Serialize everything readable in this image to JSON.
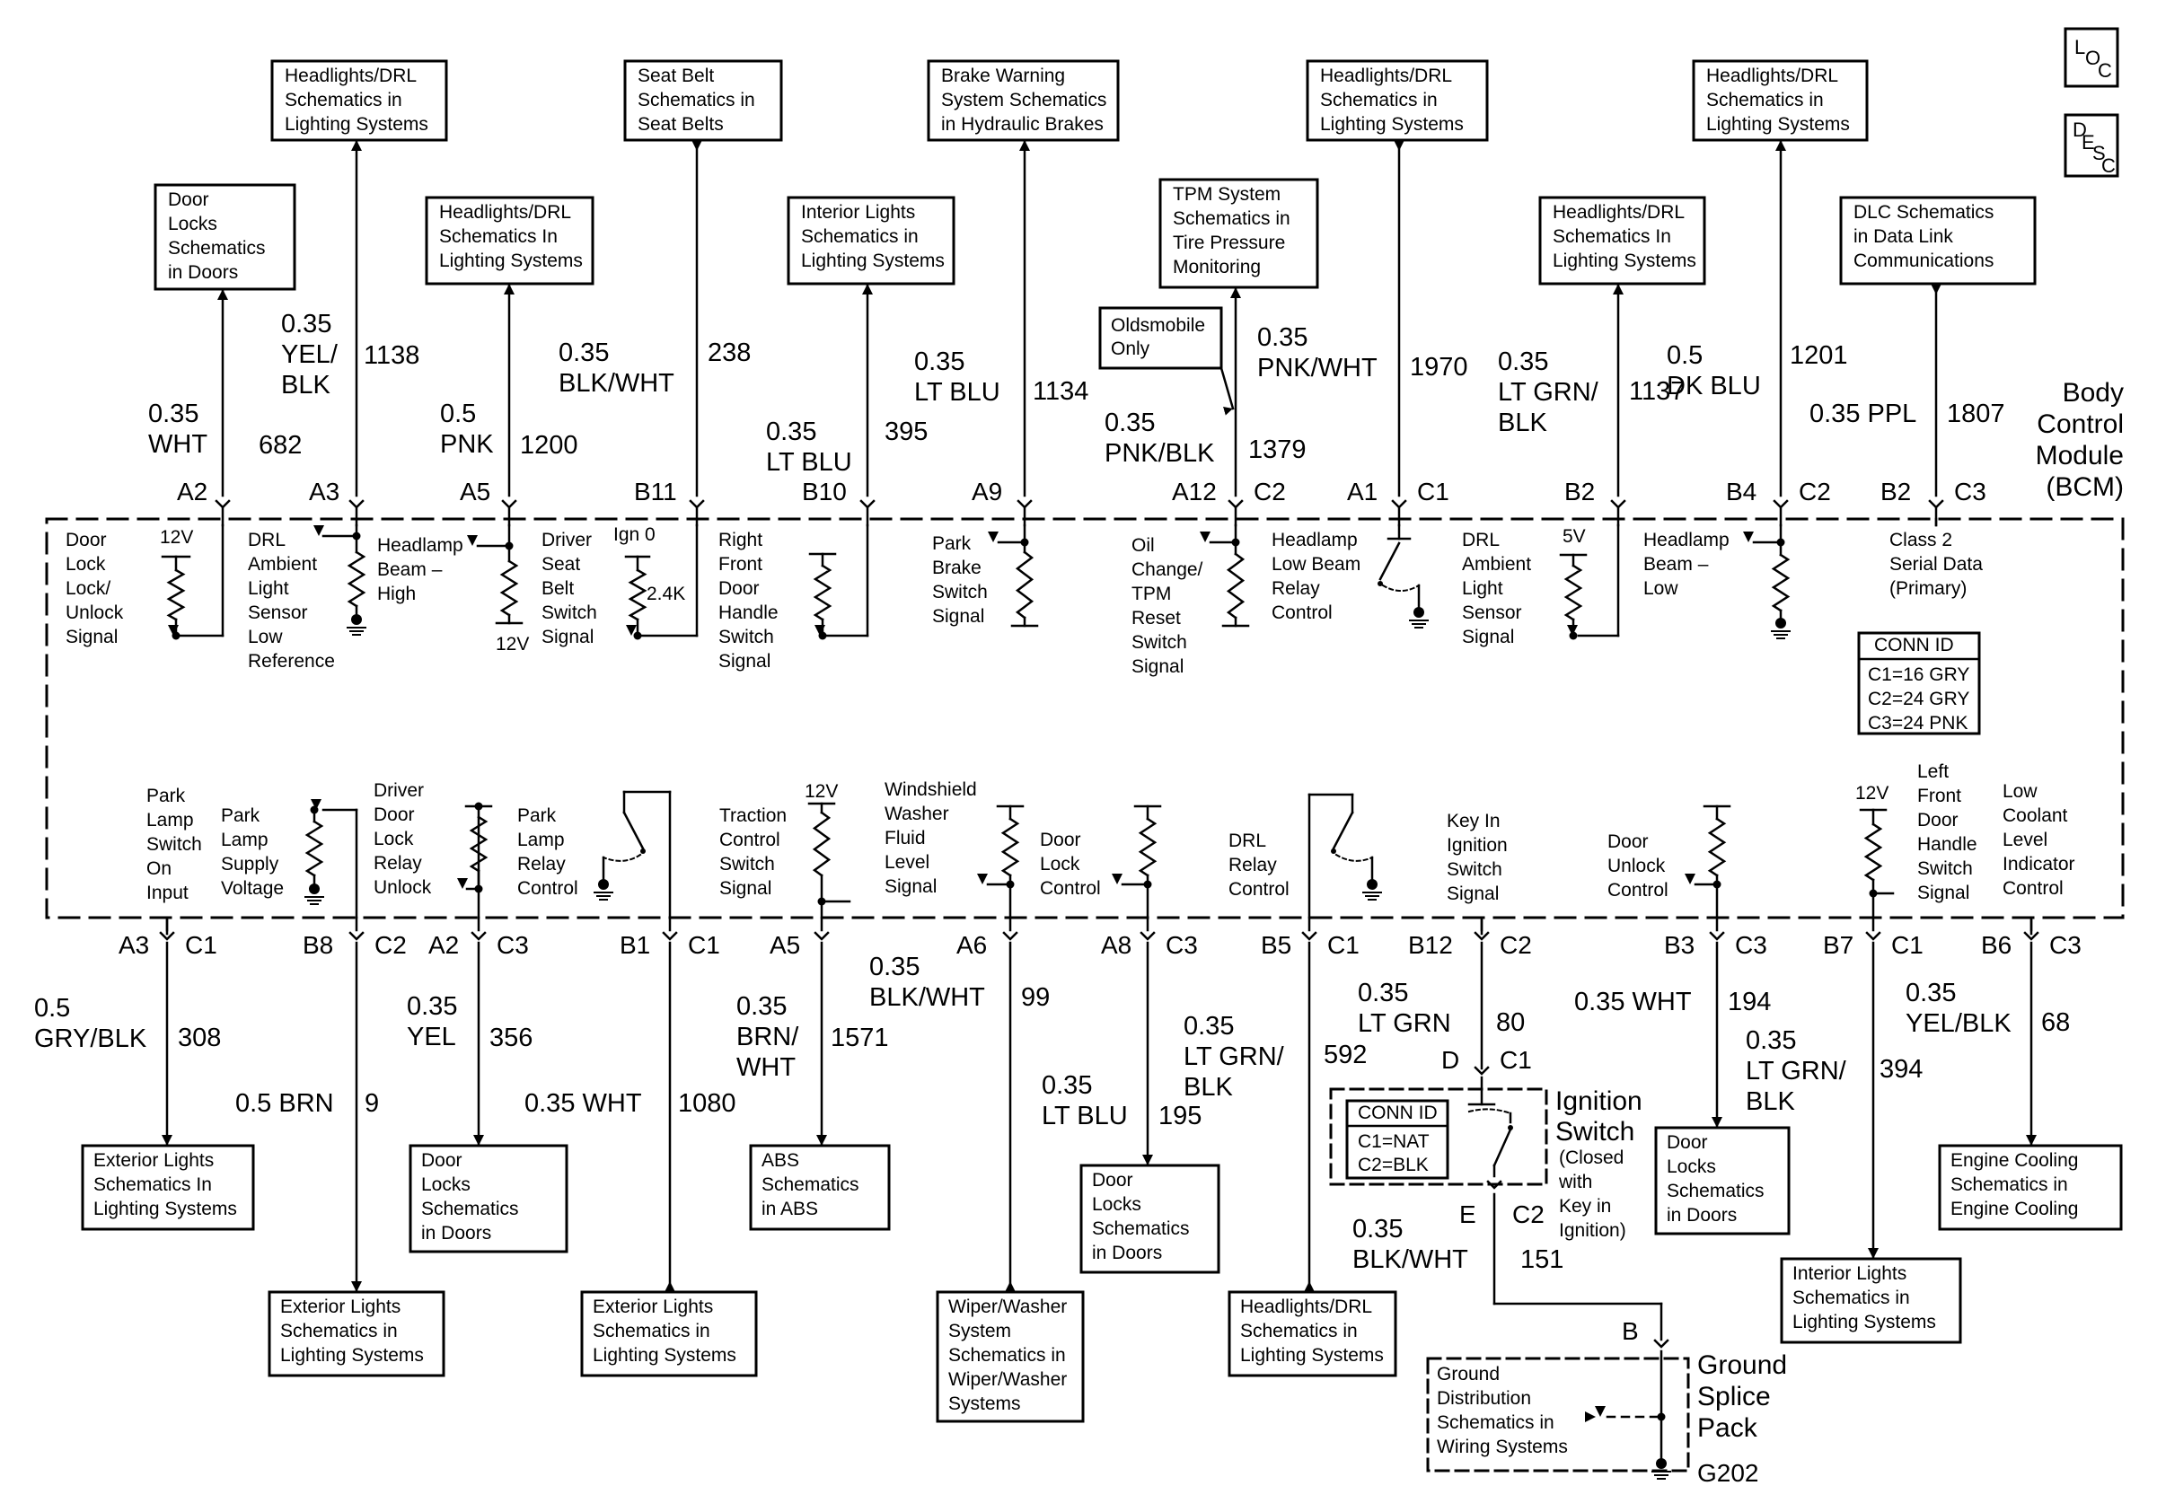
{
  "corner_boxes": [
    "LOC",
    "DESC"
  ],
  "module": {
    "lines": [
      "Body",
      "Control",
      "Module",
      "(BCM)"
    ],
    "conn_id": {
      "title": "CONN ID",
      "rows": [
        "C1=16 GRY",
        "C2=24 GRY",
        "C3=24 PNK"
      ]
    }
  },
  "top_boxes": [
    [
      "Door",
      "Locks",
      "Schematics",
      "in Doors"
    ],
    [
      "Headlights/DRL",
      "Schematics in",
      "Lighting Systems"
    ],
    [
      "Headlights/DRL",
      "Schematics In",
      "Lighting Systems"
    ],
    [
      "Seat Belt",
      "Schematics in",
      "Seat Belts"
    ],
    [
      "Interior Lights",
      "Schematics in",
      "Lighting Systems"
    ],
    [
      "Brake Warning",
      "System Schematics",
      "in Hydraulic Brakes"
    ],
    [
      "TPM System",
      "Schematics in",
      "Tire Pressure",
      "Monitoring"
    ],
    [
      "Headlights/DRL",
      "Schematics in",
      "Lighting Systems"
    ],
    [
      "Headlights/DRL",
      "Schematics In",
      "Lighting Systems"
    ],
    [
      "Headlights/DRL",
      "Schematics in",
      "Lighting Systems"
    ],
    [
      "DLC Schematics",
      "in Data Link",
      "Communications"
    ]
  ],
  "oldsmobile_note": [
    "Oldsmobile",
    "Only"
  ],
  "top_wires": [
    {
      "lines": [
        "0.35",
        "WHT"
      ],
      "circuit": "682"
    },
    {
      "lines": [
        "0.35",
        "YEL/",
        "BLK"
      ],
      "circuit": "1138"
    },
    {
      "lines": [
        "0.5",
        "PNK"
      ],
      "circuit": "1200"
    },
    {
      "lines": [
        "0.35",
        "BLK/WHT"
      ],
      "circuit": "238"
    },
    {
      "lines": [
        "0.35",
        "LT BLU"
      ],
      "circuit": "395"
    },
    {
      "lines": [
        "0.35",
        "LT BLU"
      ],
      "circuit": "1134"
    },
    {
      "lines": [
        "0.35",
        "PNK/BLK"
      ],
      "circuit": "1379"
    },
    {
      "lines": [
        "0.35",
        "PNK/WHT"
      ],
      "circuit": "1970"
    },
    {
      "lines": [
        "0.35",
        "LT GRN/",
        "BLK"
      ],
      "circuit": "1137"
    },
    {
      "lines": [
        "0.5",
        "DK BLU"
      ],
      "circuit": "1201"
    },
    {
      "lines": [
        "0.35 PPL"
      ],
      "circuit": "1807"
    }
  ],
  "top_pins": [
    {
      "pin": "A2",
      "conn": ""
    },
    {
      "pin": "A3",
      "conn": ""
    },
    {
      "pin": "A5",
      "conn": ""
    },
    {
      "pin": "B11",
      "conn": ""
    },
    {
      "pin": "B10",
      "conn": ""
    },
    {
      "pin": "A9",
      "conn": ""
    },
    {
      "pin": "A12",
      "conn": "C2"
    },
    {
      "pin": "A1",
      "conn": "C1"
    },
    {
      "pin": "B2",
      "conn": ""
    },
    {
      "pin": "B4",
      "conn": "C2"
    },
    {
      "pin": "B2",
      "conn": "C3"
    }
  ],
  "top_labels": [
    [
      "Door",
      "Lock",
      "Lock/",
      "Unlock",
      "Signal"
    ],
    [
      "DRL",
      "Ambient",
      "Light",
      "Sensor",
      "Low",
      "Reference"
    ],
    [
      "Headlamp",
      "Beam –",
      "High"
    ],
    [
      "Driver",
      "Seat",
      "Belt",
      "Switch",
      "Signal"
    ],
    [
      "Right",
      "Front",
      "Door",
      "Handle",
      "Switch",
      "Signal"
    ],
    [
      "Park",
      "Brake",
      "Switch",
      "Signal"
    ],
    [
      "Oil",
      "Change/",
      "TPM",
      "Reset",
      "Switch",
      "Signal"
    ],
    [
      "Headlamp",
      "Low Beam",
      "Relay",
      "Control"
    ],
    [
      "DRL",
      "Ambient",
      "Light",
      "Sensor",
      "Signal"
    ],
    [
      "Headlamp",
      "Beam –",
      "Low"
    ],
    [
      "Class 2",
      "Serial Data",
      "(Primary)"
    ]
  ],
  "top_small": {
    "v12": "12V",
    "ign0": "Ign 0",
    "r24": "2.4K",
    "v12b": "12V",
    "v5": "5V"
  },
  "bottom_labels": [
    [
      "Park",
      "Lamp",
      "Switch",
      "On",
      "Input"
    ],
    [
      "Park",
      "Lamp",
      "Supply",
      "Voltage"
    ],
    [
      "Driver",
      "Door",
      "Lock",
      "Relay",
      "Unlock"
    ],
    [
      "Park",
      "Lamp",
      "Relay",
      "Control"
    ],
    [
      "Traction",
      "Control",
      "Switch",
      "Signal"
    ],
    [
      "Windshield",
      "Washer",
      "Fluid",
      "Level",
      "Signal"
    ],
    [
      "Door",
      "Lock",
      "Control"
    ],
    [
      "DRL",
      "Relay",
      "Control"
    ],
    [
      "Key In",
      "Ignition",
      "Switch",
      "Signal"
    ],
    [
      "Door",
      "Unlock",
      "Control"
    ],
    [
      "Left",
      "Front",
      "Door",
      "Handle",
      "Switch",
      "Signal"
    ],
    [
      "Low",
      "Coolant",
      "Level",
      "Indicator",
      "Control"
    ]
  ],
  "bottom_small": {
    "v12a": "12V",
    "v12b": "12V"
  },
  "bottom_pins": [
    {
      "pin": "A3",
      "conn": "C1"
    },
    {
      "pin": "B8",
      "conn": "C2"
    },
    {
      "pin": "A2",
      "conn": "C3"
    },
    {
      "pin": "B1",
      "conn": "C1"
    },
    {
      "pin": "A5",
      "conn": ""
    },
    {
      "pin": "A6",
      "conn": ""
    },
    {
      "pin": "A8",
      "conn": "C3"
    },
    {
      "pin": "B5",
      "conn": "C1"
    },
    {
      "pin": "B12",
      "conn": "C2"
    },
    {
      "pin": "B3",
      "conn": "C3"
    },
    {
      "pin": "B7",
      "conn": "C1"
    },
    {
      "pin": "B6",
      "conn": "C3"
    }
  ],
  "bottom_wires": [
    {
      "lines": [
        "0.5",
        "GRY/BLK"
      ],
      "circuit": "308"
    },
    {
      "lines": [
        "0.5 BRN"
      ],
      "circuit": "9"
    },
    {
      "lines": [
        "0.35",
        "YEL"
      ],
      "circuit": "356"
    },
    {
      "lines": [
        "0.35 WHT"
      ],
      "circuit": "1080"
    },
    {
      "lines": [
        "0.35",
        "BRN/",
        "WHT"
      ],
      "circuit": "1571"
    },
    {
      "lines": [
        "0.35",
        "BLK/WHT"
      ],
      "circuit": "99"
    },
    {
      "lines": [
        "0.35",
        "LT BLU"
      ],
      "circuit": "195"
    },
    {
      "lines": [
        "0.35",
        "LT GRN/",
        "BLK"
      ],
      "circuit": "592"
    },
    {
      "lines": [
        "0.35",
        "LT GRN"
      ],
      "circuit": "80"
    },
    {
      "lines": [
        "0.35 WHT"
      ],
      "circuit": "194"
    },
    {
      "lines": [
        "0.35",
        "LT GRN/",
        "BLK"
      ],
      "circuit": "394"
    },
    {
      "lines": [
        "0.35",
        "YEL/BLK"
      ],
      "circuit": "68"
    }
  ],
  "bottom_boxes": [
    [
      "Exterior Lights",
      "Schematics In",
      "Lighting Systems"
    ],
    [
      "Exterior Lights",
      "Schematics in",
      "Lighting Systems"
    ],
    [
      "Door",
      "Locks",
      "Schematics",
      "in Doors"
    ],
    [
      "Exterior Lights",
      "Schematics in",
      "Lighting Systems"
    ],
    [
      "ABS",
      "Schematics",
      "in ABS"
    ],
    [
      "Wiper/Washer",
      "System",
      "Schematics in",
      "Wiper/Washer",
      "Systems"
    ],
    [
      "Door",
      "Locks",
      "Schematics",
      "in Doors"
    ],
    [
      "Headlights/DRL",
      "Schematics in",
      "Lighting Systems"
    ],
    [
      "Door",
      "Locks",
      "Schematics",
      "in Doors"
    ],
    [
      "Interior Lights",
      "Schematics in",
      "Lighting Systems"
    ],
    [
      "Engine Cooling",
      "Schematics in",
      "Engine Cooling"
    ]
  ],
  "ignition": {
    "title": [
      "Ignition",
      "Switch"
    ],
    "note": [
      "(Closed",
      "with",
      "Key in",
      "Ignition)"
    ],
    "pin_top": "D",
    "conn_top": "C1",
    "pin_bot": "E",
    "conn_bot": "C2",
    "conn_id": {
      "title": "CONN ID",
      "rows": [
        "C1=NAT",
        "C2=BLK"
      ]
    },
    "wire": {
      "lines": [
        "0.35",
        "BLK/WHT"
      ],
      "circuit": "151"
    }
  },
  "ground": {
    "pin": "B",
    "title": [
      "Ground",
      "Splice",
      "Pack"
    ],
    "box": [
      "Ground",
      "Distribution",
      "Schematics in",
      "Wiring Systems"
    ],
    "id": "G202"
  }
}
